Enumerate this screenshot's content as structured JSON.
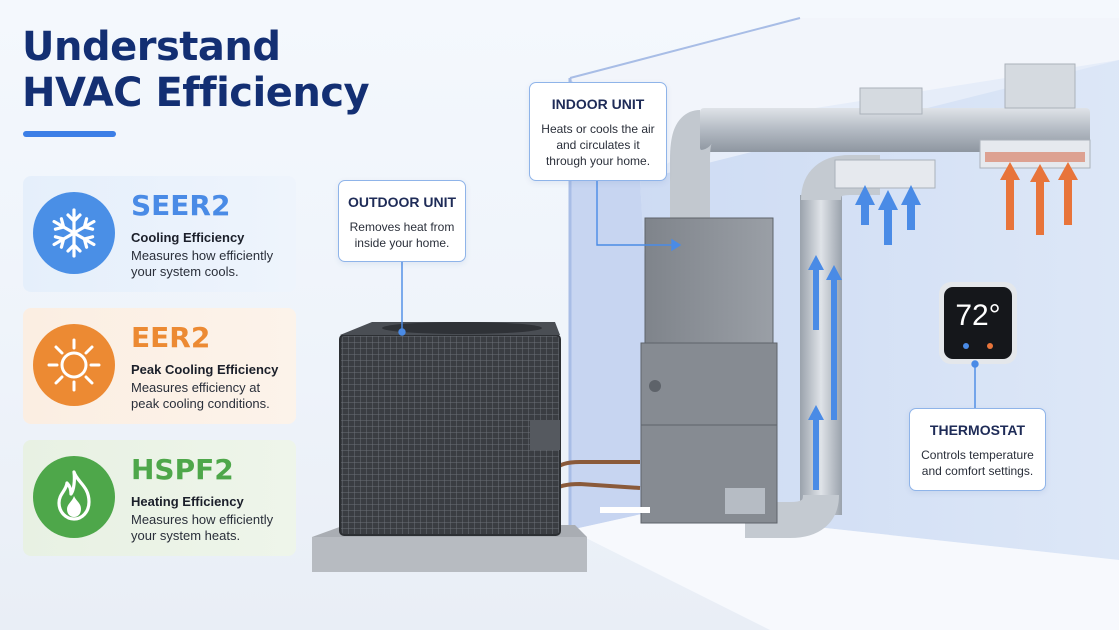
{
  "title": {
    "line1": "Understand",
    "line2": "HVAC Efficiency"
  },
  "metrics": [
    {
      "name": "SEER2",
      "subtitle": "Cooling Efficiency",
      "description": "Measures how efficiently your system cools.",
      "icon": "snowflake-icon",
      "color": "#4a8fe6"
    },
    {
      "name": "EER2",
      "subtitle": "Peak Cooling Efficiency",
      "description": "Measures efficiency at peak cooling conditions.",
      "icon": "sun-icon",
      "color": "#ec8a33"
    },
    {
      "name": "HSPF2",
      "subtitle": "Heating Efficiency",
      "description": "Measures how efficiently your system heats.",
      "icon": "flame-icon",
      "color": "#4ea74a"
    }
  ],
  "callouts": {
    "outdoor": {
      "title": "OUTDOOR UNIT",
      "text": "Removes heat from inside your home."
    },
    "indoor": {
      "title": "INDOOR UNIT",
      "text": "Heats or cools the air and circulates it through your home."
    },
    "thermostat": {
      "title": "THERMOSTAT",
      "text": "Controls temperature and comfort settings."
    }
  },
  "thermostat_display": {
    "temperature": "72°"
  },
  "colors": {
    "title": "#132f73",
    "accent": "#3c7ee6",
    "cool_air": "#4a8be6",
    "warm_air": "#e8743a"
  }
}
